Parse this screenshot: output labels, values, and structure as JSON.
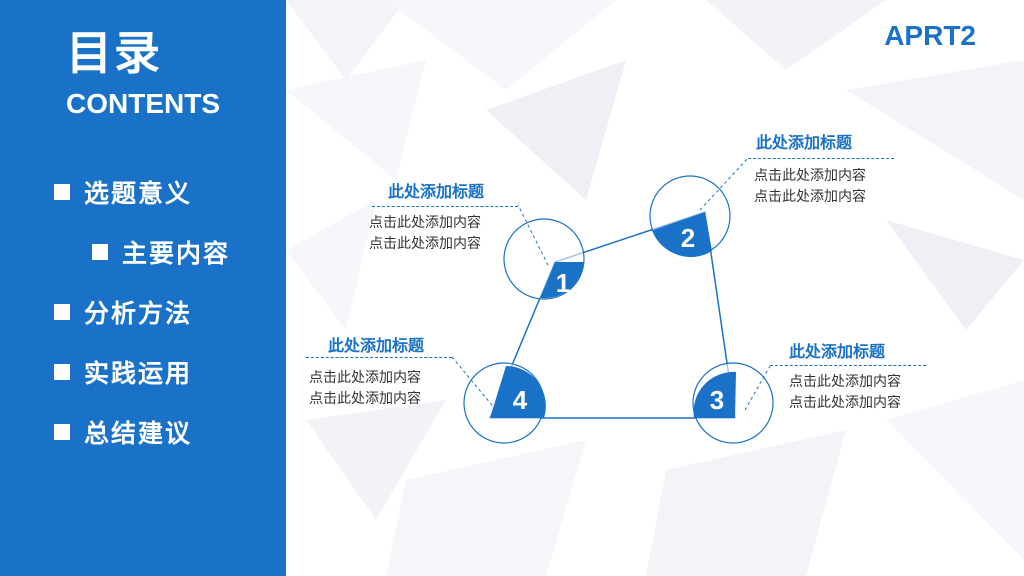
{
  "sidebar": {
    "title_cn": "目录",
    "title_en": "CONTENTS",
    "items": [
      {
        "label": "选题意义"
      },
      {
        "label": "主要内容"
      },
      {
        "label": "分析方法"
      },
      {
        "label": "实践运用"
      },
      {
        "label": "总结建议"
      }
    ]
  },
  "part_label": "APRT2",
  "steps": [
    {
      "number": "1",
      "title": "此处添加标题",
      "line1": "点击此处添加内容",
      "line2": "点击此处添加内容"
    },
    {
      "number": "2",
      "title": "此处添加标题",
      "line1": "点击此处添加内容",
      "line2": "点击此处添加内容"
    },
    {
      "number": "3",
      "title": "此处添加标题",
      "line1": "点击此处添加内容",
      "line2": "点击此处添加内容"
    },
    {
      "number": "4",
      "title": "此处添加标题",
      "line1": "点击此处添加内容",
      "line2": "点击此处添加内容"
    }
  ],
  "colors": {
    "accent": "#1a72c8",
    "sidebar": "#1a72c8",
    "text": "#333333"
  }
}
